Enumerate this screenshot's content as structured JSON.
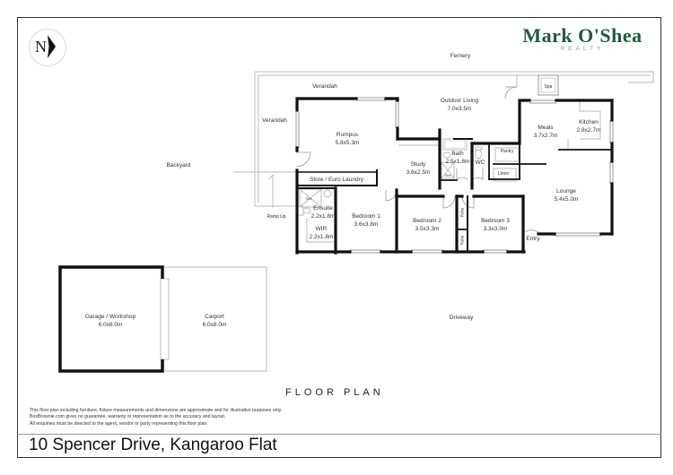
{
  "branding": {
    "brand_name": "Mark O'Shea",
    "brand_sub": "REALTY",
    "brand_color": "#1f5a3f",
    "north_label": "N",
    "north_icon": "north-arrow-icon"
  },
  "plan": {
    "title": "FLOOR PLAN",
    "outdoor_areas": {
      "fernery": "Fernery",
      "verandah_top": "Verandah",
      "verandah_left": "Verandah",
      "backyard": "Backyard",
      "ramp": "Ramp Up",
      "driveway": "Driveway",
      "spa": "Spa"
    },
    "rooms": [
      {
        "id": "outdoor-living",
        "name": "Outdoor Living",
        "dims": "7.0x3.5m"
      },
      {
        "id": "rumpus",
        "name": "Rumpus",
        "dims": "5.8x5.3m"
      },
      {
        "id": "meals",
        "name": "Meals",
        "dims": "3.7x2.7m"
      },
      {
        "id": "kitchen",
        "name": "Kitchen",
        "dims": "2.8x2.7m"
      },
      {
        "id": "study",
        "name": "Study",
        "dims": "3.6x2.5m"
      },
      {
        "id": "bath",
        "name": "Bath",
        "dims": "2.5x1.8m"
      },
      {
        "id": "wc",
        "name": "WC",
        "dims": ""
      },
      {
        "id": "pantry",
        "name": "Pantry",
        "dims": ""
      },
      {
        "id": "linen",
        "name": "Linen",
        "dims": ""
      },
      {
        "id": "store-laundry",
        "name": "Store / Euro Laundry",
        "dims": ""
      },
      {
        "id": "ensuite",
        "name": "Ensuite",
        "dims": "2.2x1.8m"
      },
      {
        "id": "wir",
        "name": "WIR",
        "dims": "2.2x1.8m"
      },
      {
        "id": "bedroom-1",
        "name": "Bedroom 1",
        "dims": "3.6x3.8m"
      },
      {
        "id": "bedroom-2",
        "name": "Bedroom 2",
        "dims": "3.5x3.3m"
      },
      {
        "id": "bedroom-3",
        "name": "Bedroom 3",
        "dims": "3.3x3.0m"
      },
      {
        "id": "lounge",
        "name": "Lounge",
        "dims": "5.4x5.0m"
      },
      {
        "id": "entry",
        "name": "Entry",
        "dims": ""
      },
      {
        "id": "garage",
        "name": "Garage / Workshop",
        "dims": "6.0x6.0m"
      },
      {
        "id": "carport",
        "name": "Carport",
        "dims": "6.0x8.0m"
      }
    ],
    "fixtures": {
      "shower": "Shr",
      "robe": "Robe"
    }
  },
  "disclaimer": {
    "line1": "This floor plan including furniture, fixture measurements and dimensions are approximate and for illustrative purposes only.",
    "line2": "BoxBrownie.com gives no guarantee, warranty or representation as to the accuracy and layout.",
    "line3": "All enquiries must be directed to the agent, vendor or party representing this floor plan."
  },
  "address": "10 Spencer Drive, Kangaroo Flat"
}
